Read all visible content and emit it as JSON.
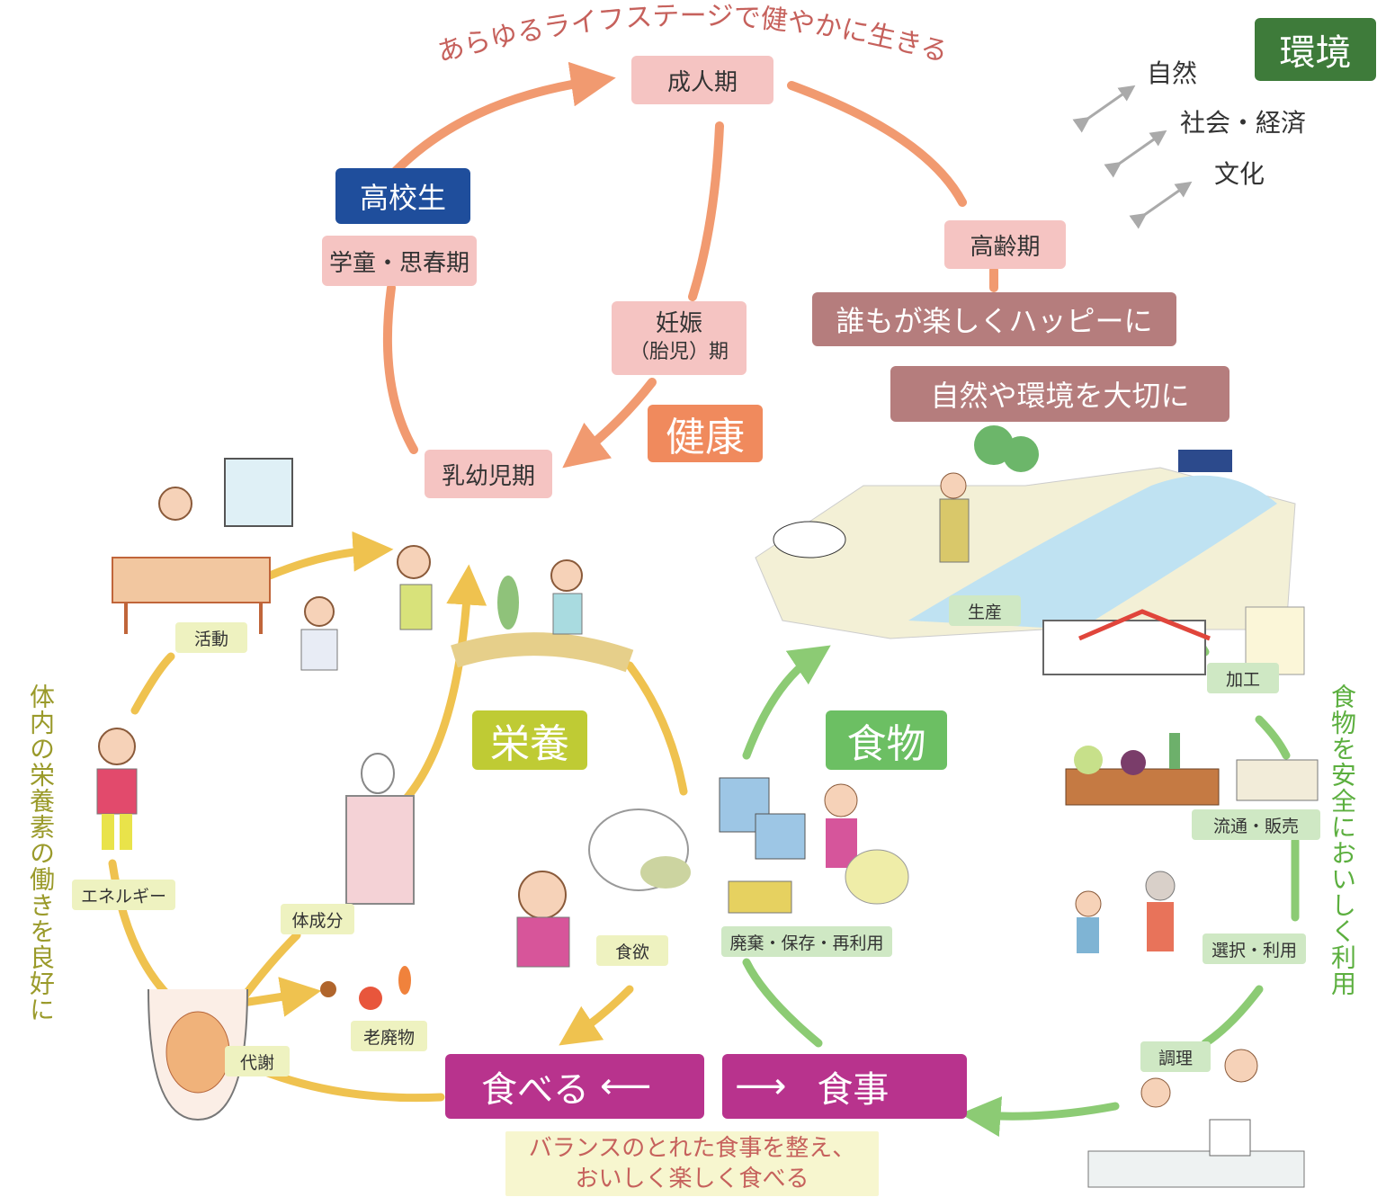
{
  "title": "あらゆるライフステージで健やかに生きる",
  "environment": {
    "label": "環境",
    "items": [
      "自然",
      "社会・経済",
      "文化"
    ]
  },
  "health": {
    "label": "健康",
    "stages": {
      "adult": "成人期",
      "elderly": "高齢期",
      "student": "高校生",
      "adolescence": "学童・思春期",
      "pregnancy_line1": "妊娠",
      "pregnancy_line2": "（胎児）期",
      "infancy": "乳幼児期"
    }
  },
  "goals": {
    "happy": "誰もが楽しくハッピーに",
    "nature": "自然や環境を大切に"
  },
  "nutrition": {
    "label": "栄養",
    "side_text": "体内の栄養素の働きを良好に",
    "items": {
      "activity": "活動",
      "energy": "エネルギー",
      "body": "体成分",
      "metabolism": "代謝",
      "waste": "老廃物",
      "appetite": "食欲"
    }
  },
  "food": {
    "label": "食物",
    "side_text": "食物を安全においしく利用",
    "items": {
      "production": "生産",
      "processing": "加工",
      "distribution": "流通・販売",
      "selection": "選択・利用",
      "cooking": "調理",
      "disposal": "廃棄・保存・再利用"
    }
  },
  "eating": {
    "eat": "食べる",
    "meal": "食事",
    "caption_line1": "バランスのとれた食事を整え、",
    "caption_line2": "おいしく楽しく食べる"
  },
  "colors": {
    "health_arrow": "#f19a70",
    "nutrition_arrow": "#efc24f",
    "food_arrow": "#8ccb74",
    "stage_box": "#f5c4c2",
    "student_box": "#1f4e9c",
    "health_label": "#f08a5d",
    "goal_box": "#b57d7d",
    "nutrition_label": "#bfcb34",
    "food_label": "#6cbf63",
    "eating_box": "#b8338d",
    "env_box": "#3e7b3a",
    "title_text": "#c6615c",
    "nutrition_side_text": "#9a9a2a",
    "food_side_text": "#5caf3f"
  }
}
